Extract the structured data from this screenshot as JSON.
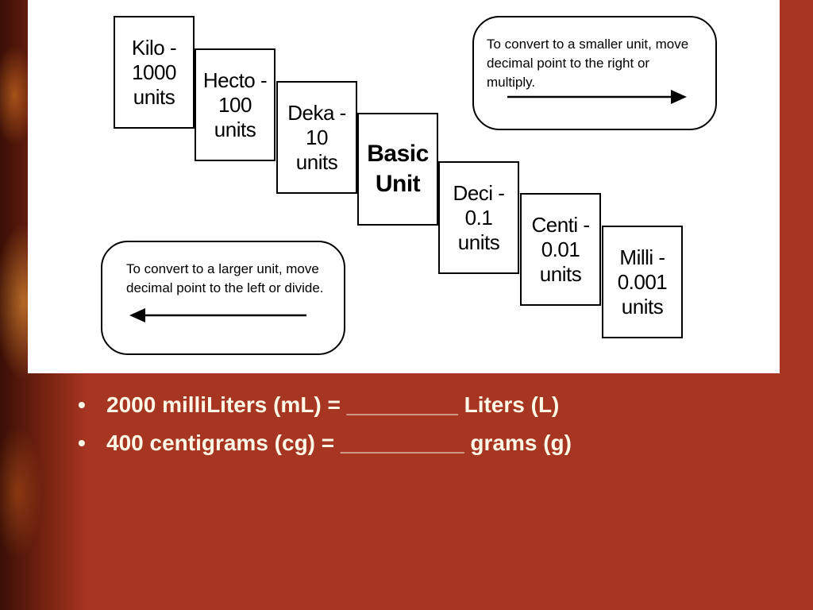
{
  "diagram": {
    "units": [
      {
        "id": "kilo",
        "text": "Kilo -\n1000\nunits"
      },
      {
        "id": "hecto",
        "text": "Hecto -\n100\nunits"
      },
      {
        "id": "deka",
        "text": "Deka -\n10\nunits"
      },
      {
        "id": "basic",
        "text": "Basic\nUnit"
      },
      {
        "id": "deci",
        "text": "Deci -\n0.1\nunits"
      },
      {
        "id": "centi",
        "text": "Centi -\n0.01\nunits"
      },
      {
        "id": "milli",
        "text": "Milli -\n0.001\nunits"
      }
    ],
    "smaller_note": "To convert to a smaller unit, move decimal  point to the right or multiply.",
    "larger_note": "To convert to a larger unit, move decimal  point to the left or divide."
  },
  "bullets": [
    "2000 milliLiters (mL) = _________ Liters (L)",
    "400 centigrams (cg) = __________ grams (g)"
  ],
  "bullet_symbol": "•",
  "colors": {
    "background": "#a63522",
    "bullet_text": "#fff8e6",
    "panel": "#ffffff"
  }
}
